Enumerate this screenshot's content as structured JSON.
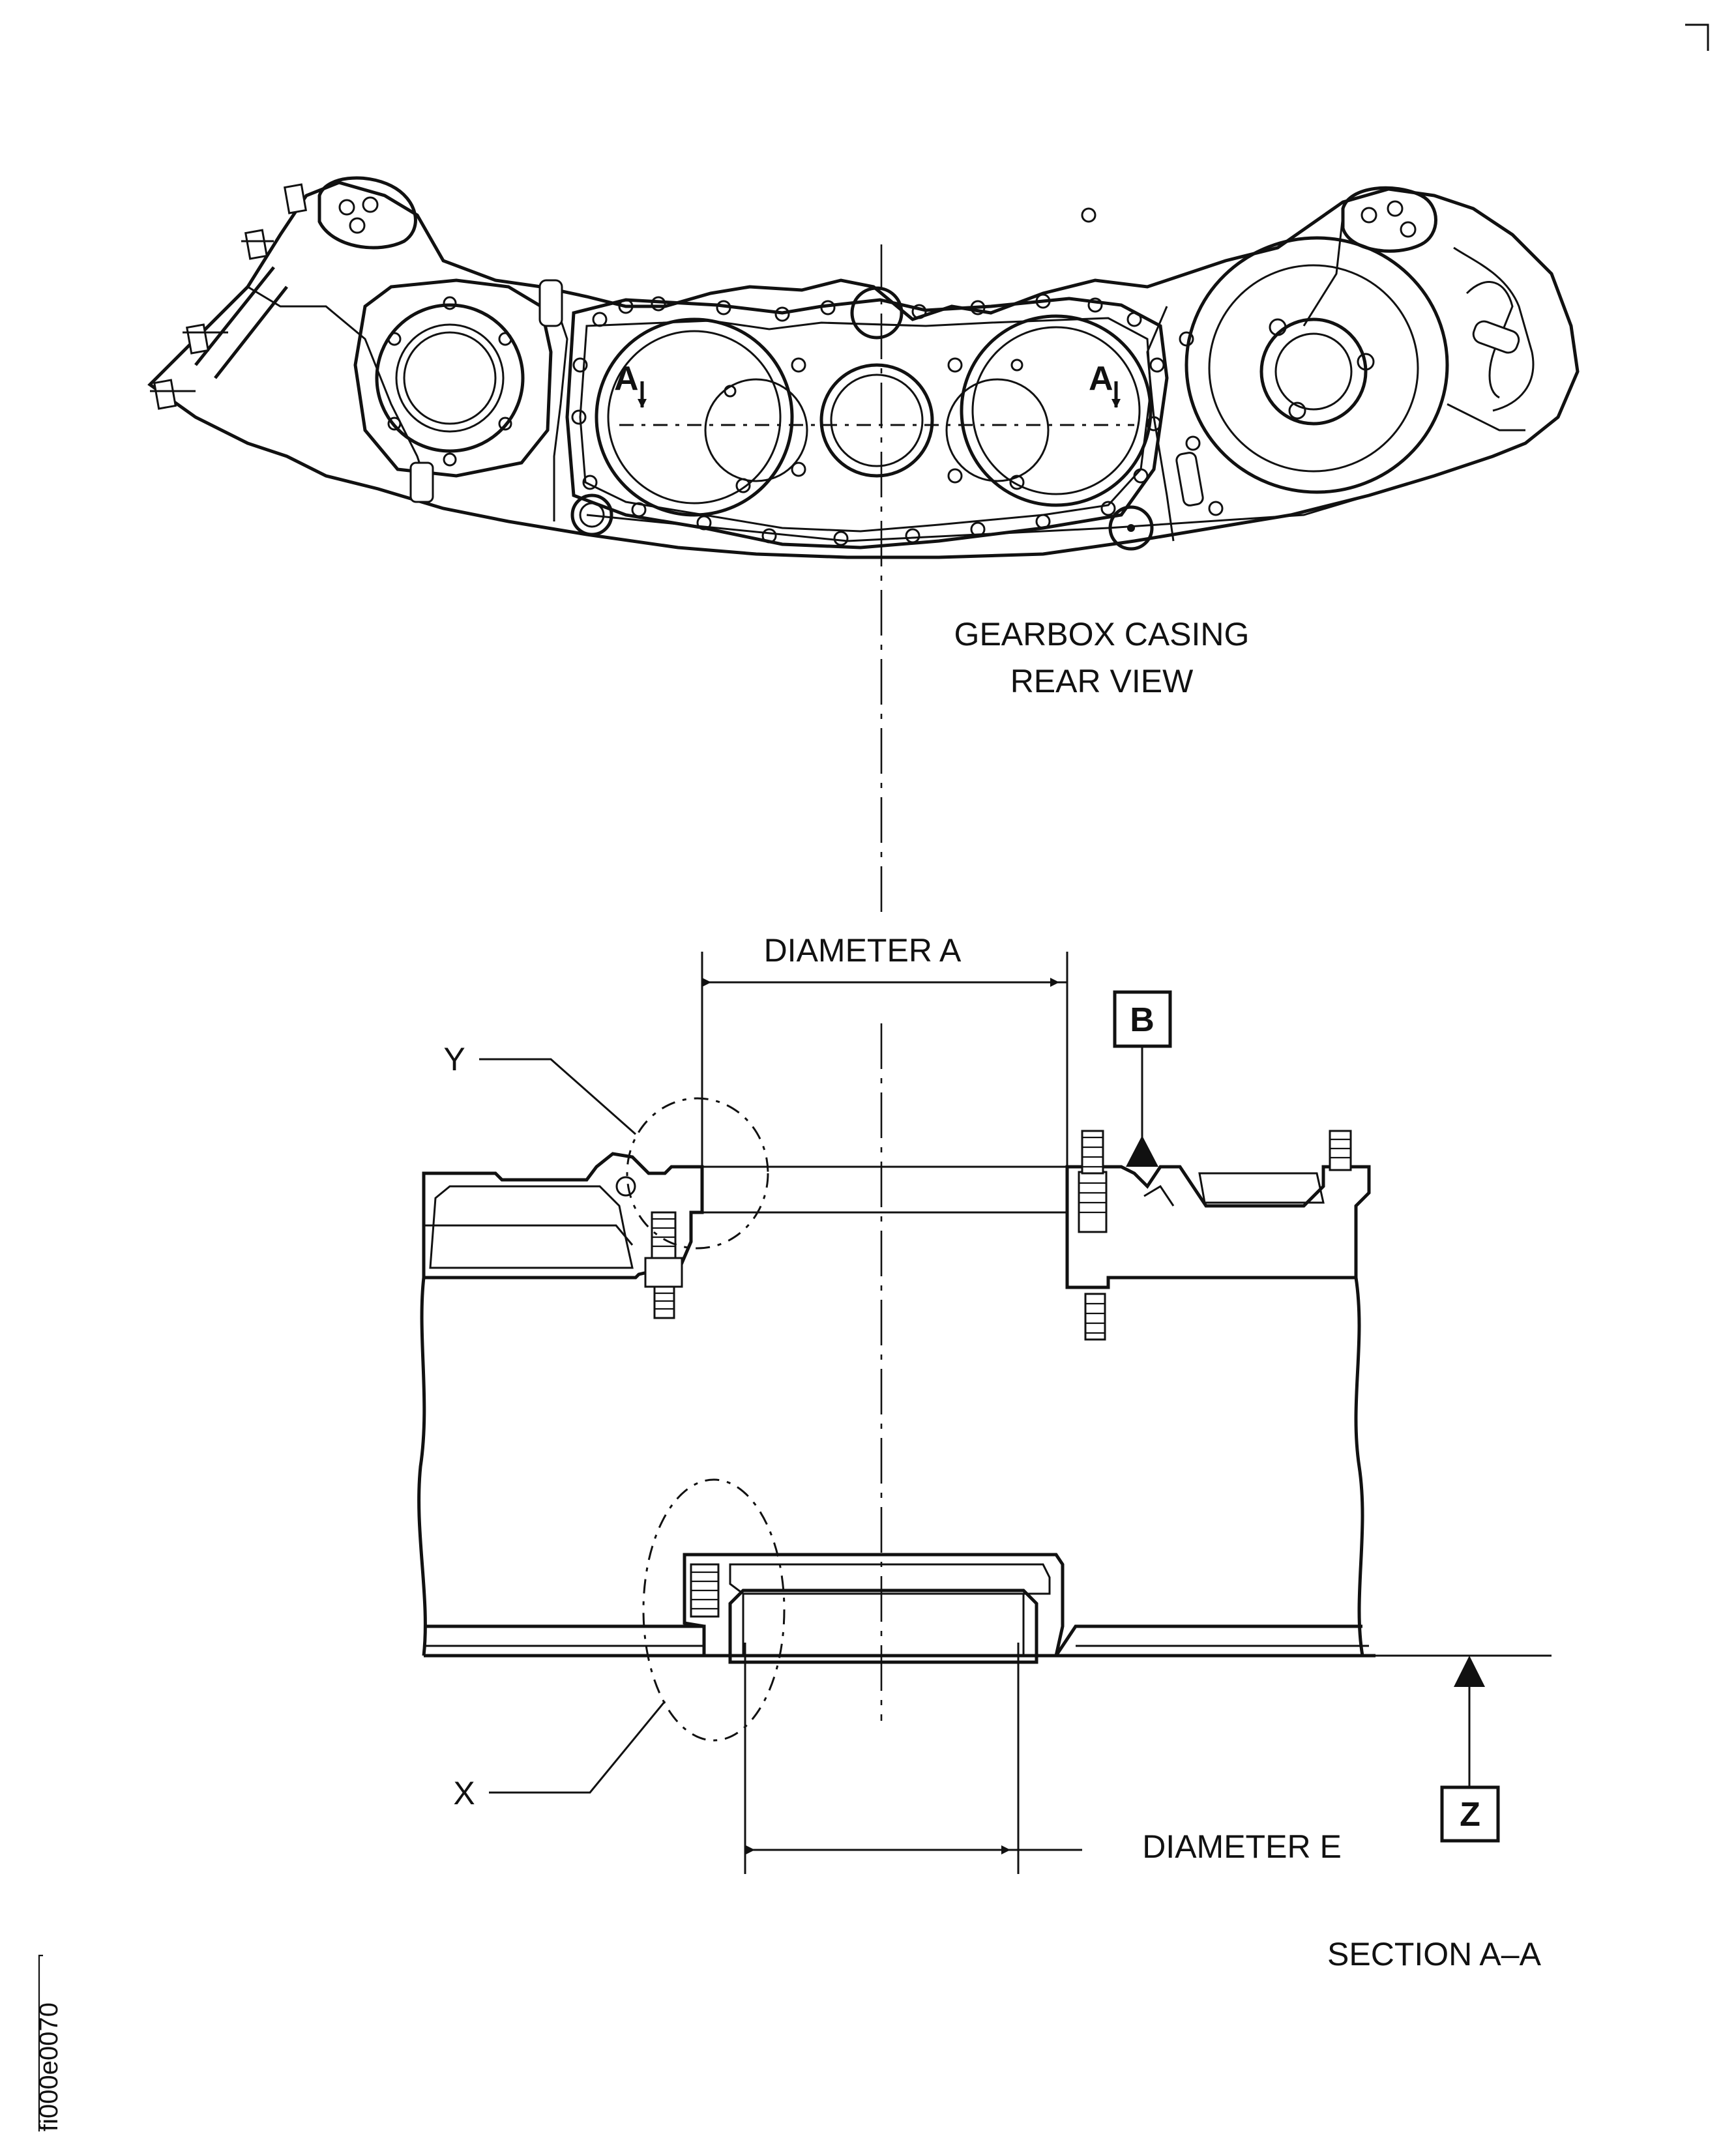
{
  "labels": {
    "view_title_line1": "GEARBOX CASING",
    "view_title_line2": "REAR VIEW",
    "section_marker_left": "A",
    "section_marker_right": "A",
    "diameter_a": "DIAMETER A",
    "diameter_e": "DIAMETER E",
    "datum_b": "B",
    "datum_z": "Z",
    "detail_y": "Y",
    "detail_x": "X",
    "section_title": "SECTION A–A",
    "figure_id": "fi000e0070"
  }
}
